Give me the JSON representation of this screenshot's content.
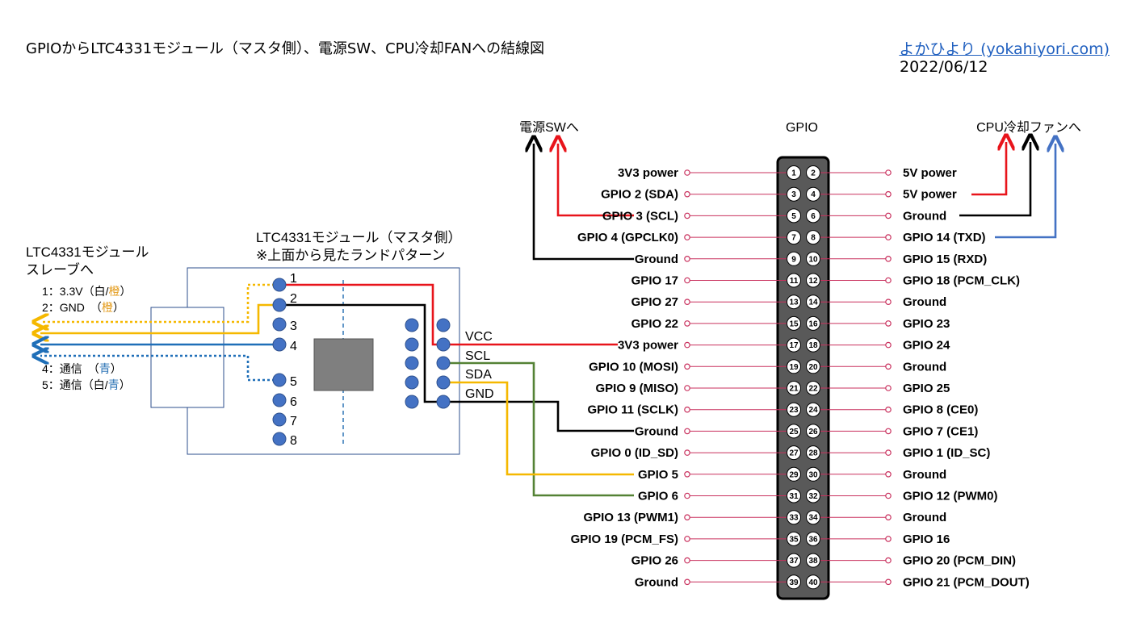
{
  "title": "GPIOからLTC4331モジュール（マスタ側）、電源SW、CPU冷却FANへの結線図",
  "site_link": "よかひより (yokahiyori.com)",
  "date": "2022/06/12",
  "labels": {
    "power_sw": "電源SWへ",
    "gpio": "GPIO",
    "cpu_fan": "CPU冷却ファンへ",
    "module_line1": "LTC4331モジュール（マスタ側）",
    "module_line2": "※上面から見たランドパターン",
    "slave_line1": "LTC4331モジュール",
    "slave_line2": "スレーブへ"
  },
  "legend": [
    {
      "prefix": "1：3.3V（白/",
      "accent": "橙",
      "suffix": "）",
      "accent_color": "#e39a19"
    },
    {
      "prefix": "2：GND　（",
      "accent": "橙",
      "suffix": "）",
      "accent_color": "#e39a19"
    },
    {
      "prefix": "4：通信　（",
      "accent": "青",
      "suffix": "）",
      "accent_color": "#2e75b6"
    },
    {
      "prefix": "5：通信（白/",
      "accent": "青",
      "suffix": "）",
      "accent_color": "#2e75b6"
    }
  ],
  "module_pins": [
    "1",
    "2",
    "3",
    "4",
    "5",
    "6",
    "7",
    "8"
  ],
  "module_signals": [
    "VCC",
    "SCL",
    "SDA",
    "GND"
  ],
  "gpio_left": [
    "3V3 power",
    "GPIO 2 (SDA)",
    "GPIO 3 (SCL)",
    "GPIO 4 (GPCLK0)",
    "Ground",
    "GPIO 17",
    "GPIO 27",
    "GPIO 22",
    "3V3 power",
    "GPIO 10 (MOSI)",
    "GPIO 9 (MISO)",
    "GPIO 11 (SCLK)",
    "Ground",
    "GPIO 0 (ID_SD)",
    "GPIO 5",
    "GPIO 6",
    "GPIO 13 (PWM1)",
    "GPIO 19 (PCM_FS)",
    "GPIO 26",
    "Ground"
  ],
  "gpio_right": [
    "5V power",
    "5V power",
    "Ground",
    "GPIO 14 (TXD)",
    "GPIO 15 (RXD)",
    "GPIO 18 (PCM_CLK)",
    "Ground",
    "GPIO 23",
    "GPIO 24",
    "Ground",
    "GPIO 25",
    "GPIO 8 (CE0)",
    "GPIO 7 (CE1)",
    "GPIO 1 (ID_SC)",
    "Ground",
    "GPIO 12 (PWM0)",
    "Ground",
    "GPIO 16",
    "GPIO 20 (PCM_DIN)",
    "GPIO 21 (PCM_DOUT)"
  ],
  "colors": {
    "red": "#e8141b",
    "black": "#000000",
    "orange": "#f5b800",
    "blue": "#1f6fb8",
    "green": "#548235",
    "fan_blue": "#4472c4",
    "pin_line": "#c9315e",
    "pin_dot": "#4472c4",
    "chip": "#7f7f7f",
    "header": "#595959"
  }
}
